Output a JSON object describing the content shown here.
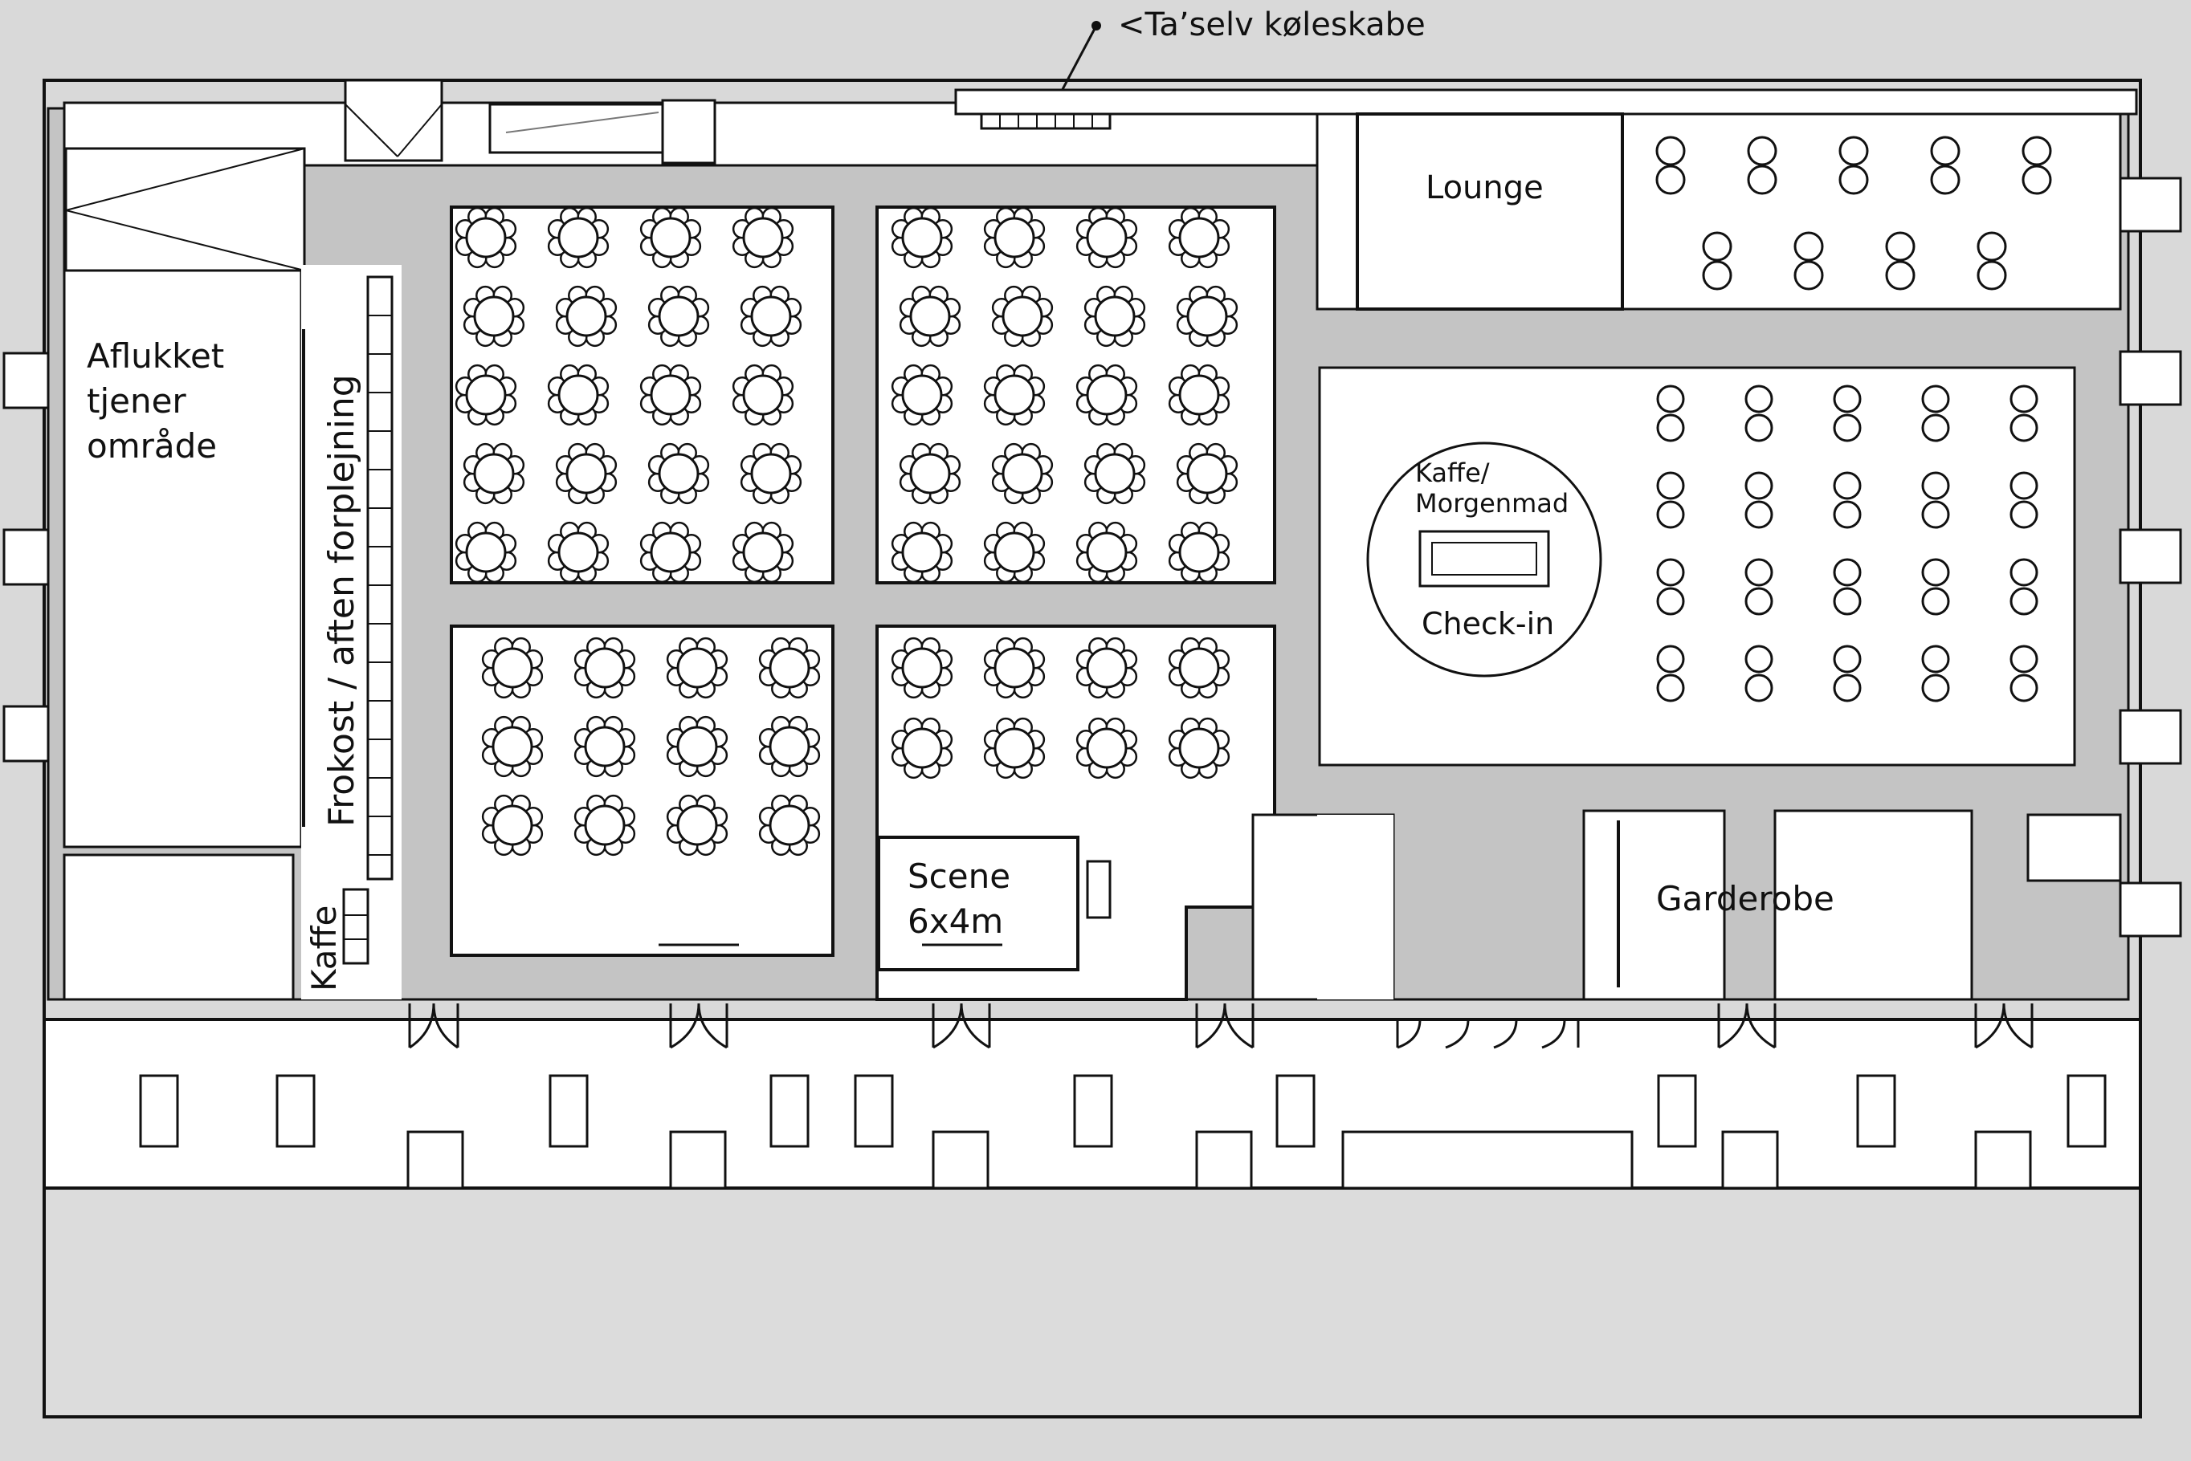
{
  "labels": {
    "fridges": "<Ta’selv køleskabe",
    "waiter_1": "Aflukket",
    "waiter_2": "tjener",
    "waiter_3": "område",
    "buffet": "Frokost / aften forplejning",
    "coffee_side": "Kaffe",
    "lounge": "Lounge",
    "breakfast_1": "Kaffe/",
    "breakfast_2": "Morgenmad",
    "checkin": "Check-in",
    "stage_1": "Scene",
    "stage_2": "6x4m",
    "cloakroom": "Garderobe"
  },
  "colors": {
    "background": "#d9d9d9",
    "wall_fill": "#c4c4c4",
    "room_fill": "#ffffff",
    "line": "#111111"
  },
  "seating": {
    "round_table_blocks": [
      {
        "name": "block-top-left",
        "rows": [
          4,
          4,
          4,
          4,
          4
        ]
      },
      {
        "name": "block-top-right",
        "rows": [
          4,
          4,
          4,
          4,
          4
        ]
      },
      {
        "name": "block-bottom-left",
        "rows": [
          4,
          4,
          4
        ]
      },
      {
        "name": "block-bottom-right",
        "rows": [
          4,
          4
        ]
      }
    ],
    "lounge_tall_tables": {
      "rows": [
        5,
        4
      ]
    },
    "reception_tall_tables": {
      "rows": [
        5,
        5,
        5,
        5
      ]
    }
  }
}
